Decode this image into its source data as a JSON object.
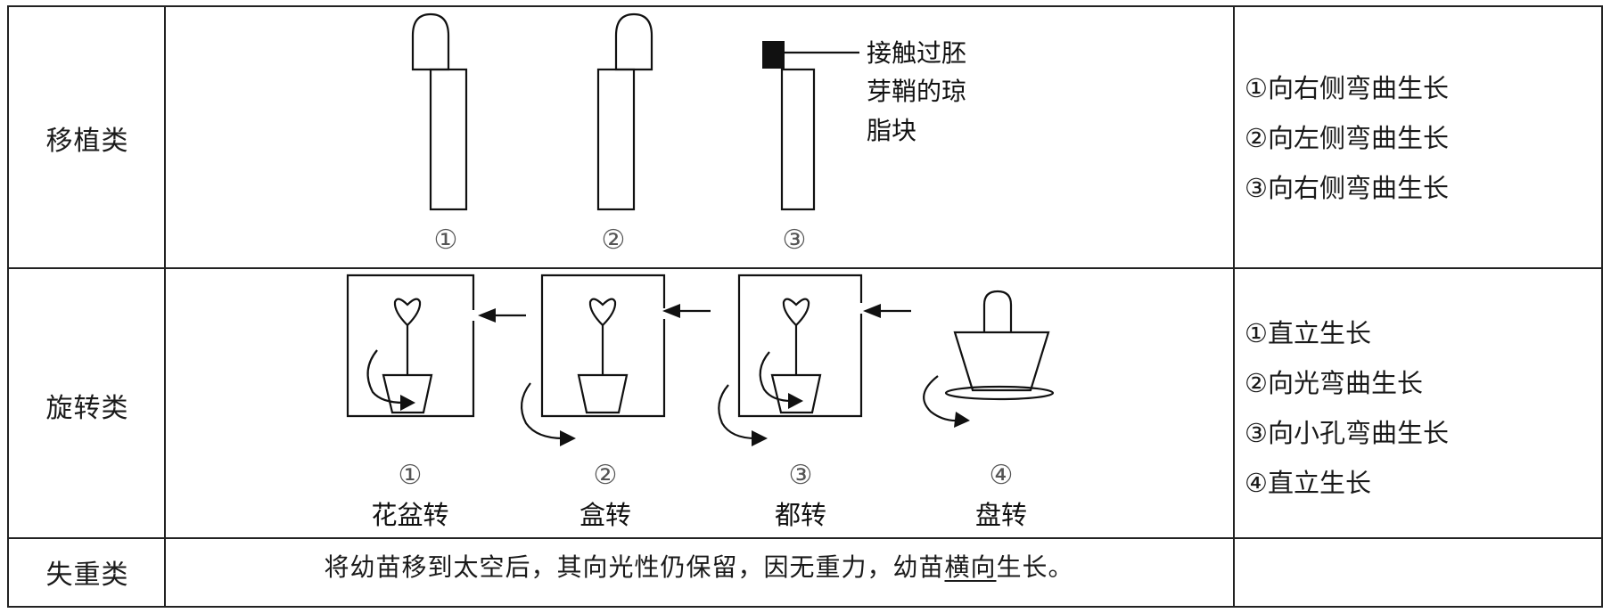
{
  "rows": {
    "transplant": {
      "label": "移植类",
      "figure_numbers": [
        "①",
        "②",
        "③"
      ],
      "callout": [
        "接触过胚",
        "芽鞘的琼",
        "脂块"
      ],
      "results": [
        "①向右侧弯曲生长",
        "②向左侧弯曲生长",
        "③向右侧弯曲生长"
      ]
    },
    "rotation": {
      "label": "旋转类",
      "figure_numbers": [
        "①",
        "②",
        "③",
        "④"
      ],
      "captions": [
        "花盆转",
        "盒转",
        "都转",
        "盘转"
      ],
      "results": [
        "①直立生长",
        "②向光弯曲生长",
        "③向小孔弯曲生长",
        "④直立生长"
      ]
    },
    "weightless": {
      "label": "失重类",
      "note_before": "将幼苗移到太空后，其向光性仍保留，因无重力，幼苗",
      "note_underlined": "横向",
      "note_after": "生长。"
    }
  }
}
